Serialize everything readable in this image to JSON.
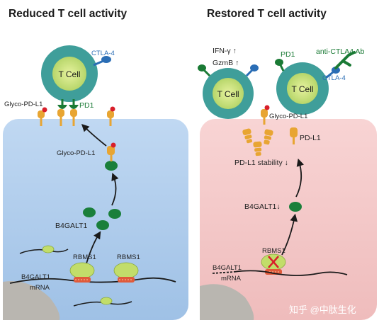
{
  "left_panel": {
    "title": "Reduced T cell activity",
    "tcell_label": "T Cell",
    "ctla4_label": "CTLA-4",
    "pd1_label": "PD1",
    "glyco_pdl1_top": "Glyco-PD-L1",
    "glyco_pdl1_inner": "Glyco-PD-L1",
    "b4galt1_label": "B4GALT1",
    "rbms1_label_a": "RBMS1",
    "rbms1_label_b": "RBMS1",
    "mrna_label_line1": "B4GALT1",
    "mrna_label_line2": "mRNA"
  },
  "right_panel": {
    "title": "Restored T cell activity",
    "ifn_label": "IFN-γ ↑",
    "gzmb_label": "GzmB ↑",
    "tcell_label_a": "T Cell",
    "tcell_label_b": "T Cell",
    "pd1_label": "PD1",
    "antibody_label": "anti-CTLA4  Ab",
    "ctla4_label": "CTLA-4",
    "glyco_pdl1_label": "Glyco-PD-L1",
    "pdl1_label": "PD-L1",
    "stability_label": "PD-L1 stability ↓",
    "b4galt1_label": "B4GALT1↓",
    "rbms1_label": "RBMS1",
    "mrna_label_line1": "B4GALT1",
    "mrna_label_line2": "mRNA"
  },
  "watermark": "知乎 @中肽生化",
  "colors": {
    "left_cell_bg": "#aac8ea",
    "right_cell_bg": "#f2c2c2",
    "tcell_outer": "#3f9e9a",
    "tcell_inner": "#c7e07d",
    "pdl1_gold": "#e8a532",
    "glycan_red": "#d81f2a",
    "pd1_green": "#1a7a35",
    "ctla4_blue": "#2a6db5",
    "rbms1_green": "#c2dd6a",
    "b4galt1_green": "#1a7f3a"
  }
}
